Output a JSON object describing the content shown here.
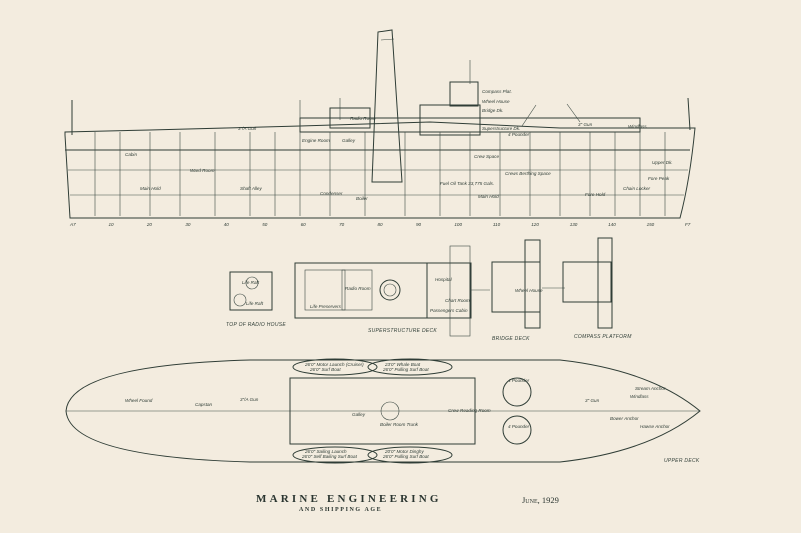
{
  "header": {
    "title": "MARINE ENGINEERING",
    "subtitle": "AND SHIPPING AGE",
    "date": "June, 1929"
  },
  "colors": {
    "paper": "#f3ecdf",
    "ink": "#2f3d36"
  },
  "profile": {
    "labels": [
      "Compass Plat.",
      "Wheel House",
      "Bridge Dk.",
      "Superstructure Dk.",
      "4 Pounder",
      "3\" Gun",
      "3\"/A Gun",
      "Windlass",
      "Crew Space",
      "Fuel Oil Tank 33,775 Gals.",
      "Boiler",
      "Condenser",
      "Ward Room",
      "Cabin",
      "Shaft Alley",
      "Engine Room",
      "Radio Room",
      "Galley",
      "Crews Berthing Space",
      "Main Hold",
      "Fore Hold",
      "Chain Locker",
      "Fore Peak",
      "Main Hold",
      "Upper Dk."
    ],
    "frames": [
      "A7",
      "10",
      "20",
      "30",
      "40",
      "50",
      "60",
      "70",
      "80",
      "90",
      "100",
      "110",
      "120",
      "130",
      "140",
      "150",
      "F7"
    ]
  },
  "plans": {
    "top_radio_house": {
      "caption": "TOP OF RADIO HOUSE",
      "labels": [
        "Life Raft",
        "Life Raft"
      ]
    },
    "superstructure_deck": {
      "caption": "SUPERSTRUCTURE DECK",
      "labels": [
        "Life Preservers",
        "Radio Room",
        "Hospital",
        "Chart Room",
        "Passengers Cabin"
      ]
    },
    "bridge_deck": {
      "caption": "BRIDGE DECK",
      "labels": [
        "Wheel House"
      ]
    },
    "compass_platform": {
      "caption": "COMPASS PLATFORM"
    },
    "upper_deck": {
      "caption": "UPPER DECK",
      "labels": [
        "26'0\" Motor Launch (Cruiser)",
        "26'0\" Surf Boat",
        "23'0\" Whale Boat",
        "26'0\" Pulling Surf Boat",
        "26'0\" Sailing Launch",
        "26'0\" Self Bailing Surf Boat",
        "20'0\" Motor Dinghy",
        "26'0\" Pulling Surf Boat",
        "4 Pounder",
        "4 Pounder",
        "3\"/A Gun",
        "Capstan",
        "Galley",
        "Boiler Room Trunk",
        "Crew Reading Room",
        "3\" Gun",
        "Windlass",
        "Stream Anchor",
        "Bower Anchor",
        "Hawse Anchor",
        "Wheel Found"
      ]
    }
  }
}
